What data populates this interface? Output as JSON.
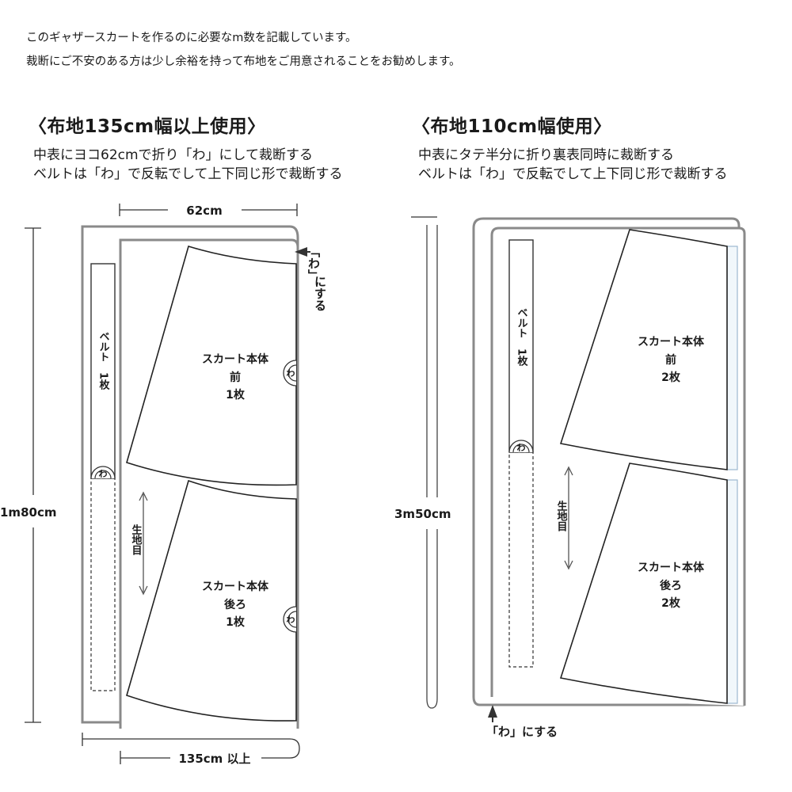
{
  "intro": {
    "line1": "このギャザースカートを作るのに必要なm数を記載しています。",
    "line2": "裁断にご不安のある方は少し余裕を持って布地をご用意されることをお勧めします。"
  },
  "left": {
    "heading": "〈布地135cm幅以上使用〉",
    "sub1": "中表にヨコ62cmで折り「わ」にして裁断する",
    "sub2": "ベルトは「わ」で反転でして上下同じ形で裁断する",
    "dim_top": "62cm",
    "dim_side": "1m80cm",
    "dim_bottom": "135cm 以上",
    "fold_bracket": "「わ」",
    "fold_text": "にする",
    "belt_label": "ベルト　1枚",
    "grain_label": "生地目",
    "wa": "わ",
    "front": {
      "l1": "スカート本体",
      "l2": "前",
      "l3": "1枚"
    },
    "back": {
      "l1": "スカート本体",
      "l2": "後ろ",
      "l3": "1枚"
    }
  },
  "right": {
    "heading": "〈布地110cm幅使用〉",
    "sub1": "中表にタテ半分に折り裏表同時に裁断する",
    "sub2": "ベルトは「わ」で反転でして上下同じ形で裁断する",
    "dim_side": "3m50cm",
    "fold_text": "「わ」にする",
    "belt_label": "ベルト　1枚",
    "grain_label": "生地目",
    "wa": "わ",
    "front": {
      "l1": "スカート本体",
      "l2": "前",
      "l3": "2枚"
    },
    "back": {
      "l1": "スカート本体",
      "l2": "後ろ",
      "l3": "2枚"
    }
  }
}
